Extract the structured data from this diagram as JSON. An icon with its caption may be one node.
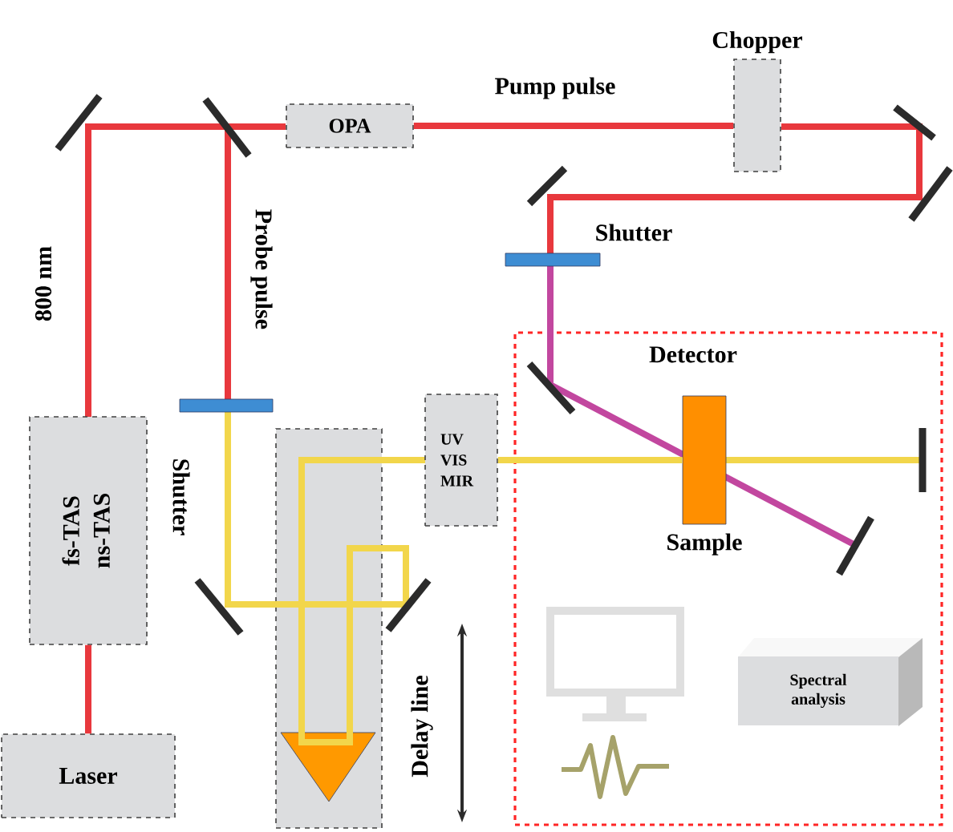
{
  "diagram": {
    "nodes": [
      {
        "text": [
          "Laser"
        ]
      },
      {
        "text": [
          "fs-TAS",
          "ns-TAS"
        ]
      },
      {
        "text": [
          "OPA"
        ]
      },
      {
        "text": [
          "Chopper"
        ]
      },
      {
        "text": [
          "UV VIS MIR"
        ]
      },
      {
        "text": [],
        "shape": "box",
        "beside": [
          "Delay line"
        ]
      },
      {
        "text": [
          "Detector"
        ]
      },
      {
        "text": [
          "Sample"
        ],
        "in": 6
      },
      {
        "text": [
          "Spectral analysis"
        ],
        "in": 6
      }
    ],
    "edges": [
      {
        "from": 0,
        "to": 1,
        "arrow": "none",
        "color": "#e8383d"
      },
      {
        "from": 2,
        "to": 3,
        "arrow": "none",
        "color": "#e8383d"
      },
      {
        "from": 4,
        "to": 7,
        "arrow": "none",
        "color": "#f2d64b"
      }
    ],
    "labels": [
      "Pump pulse",
      "800 nm",
      "Probe pulse",
      "Shutter",
      "Shutter"
    ]
  }
}
